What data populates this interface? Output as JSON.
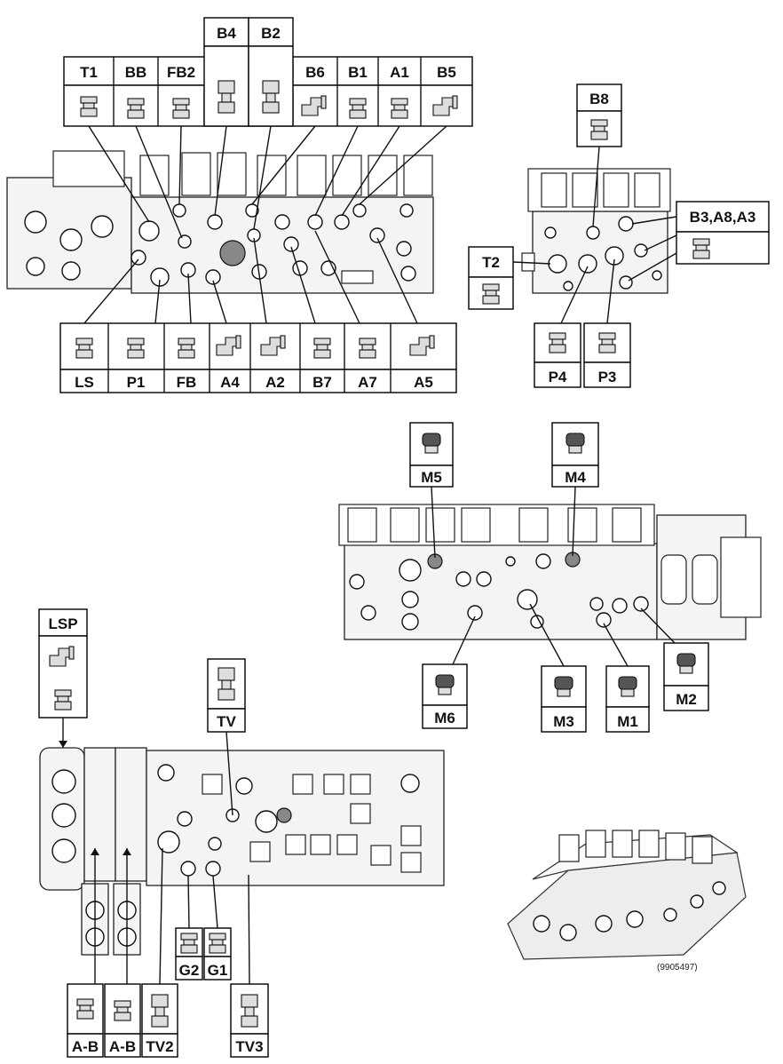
{
  "valve1": {
    "top_labels": [
      "T1",
      "BB",
      "FB2",
      "B6",
      "B1",
      "A1",
      "B5"
    ],
    "tall_labels": [
      "B4",
      "B2"
    ],
    "bottom_labels": [
      "LS",
      "P1",
      "FB",
      "A4",
      "A2",
      "B7",
      "A7",
      "A5"
    ]
  },
  "valve2": {
    "top_label": "B8",
    "side_label": "B3,A8,A3",
    "left_label": "T2",
    "bottom_labels": [
      "P4",
      "P3"
    ]
  },
  "valve3": {
    "top_labels": [
      "M5",
      "M4"
    ],
    "bottom_labels": [
      "M6",
      "M3",
      "M1",
      "M2"
    ]
  },
  "valve4": {
    "top_labels": [
      "LSP",
      "TV"
    ],
    "bottom_labels": [
      "G2",
      "G1",
      "A-B",
      "A-B",
      "TV2",
      "TV3"
    ]
  },
  "figure_number": "(9905497)"
}
